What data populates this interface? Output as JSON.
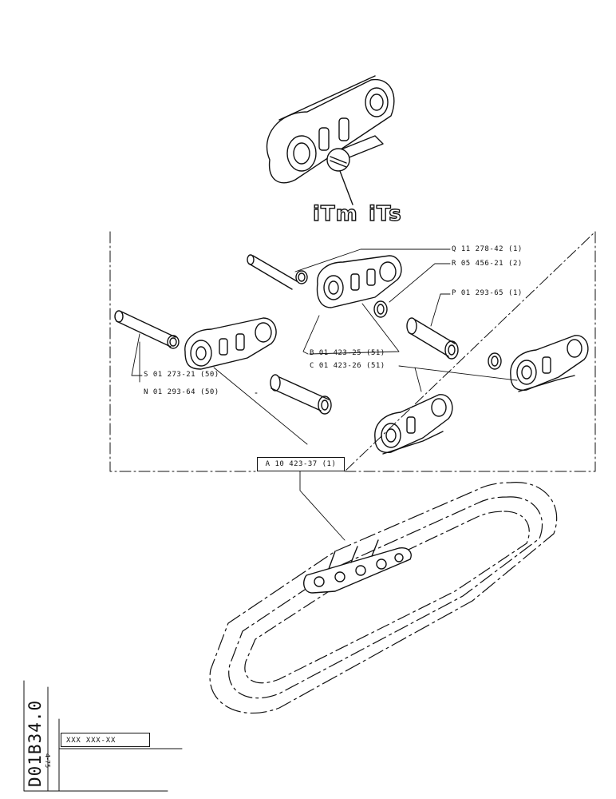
{
  "logo": {
    "left": "iTm",
    "right": "iTs"
  },
  "assembly": {
    "label": "A 10 423-37 (1)"
  },
  "parts": [
    {
      "ref": "Q",
      "label": "Q 11 278-42 (1)"
    },
    {
      "ref": "R",
      "label": "R 05 456-21 (2)"
    },
    {
      "ref": "P",
      "label": "P 01 293-65 (1)"
    },
    {
      "ref": "B",
      "label": "B 01 423-25 (51)"
    },
    {
      "ref": "C",
      "label": "C 01 423-26 (51)"
    },
    {
      "ref": "S",
      "label": "S 01 273-21 (50)"
    },
    {
      "ref": "N",
      "label": "N 01 293-64 (50)"
    }
  ],
  "title_block": {
    "doc_code": "D01B34.0",
    "date_code": "4-75",
    "ref_code": "XXX XXX-XX"
  }
}
